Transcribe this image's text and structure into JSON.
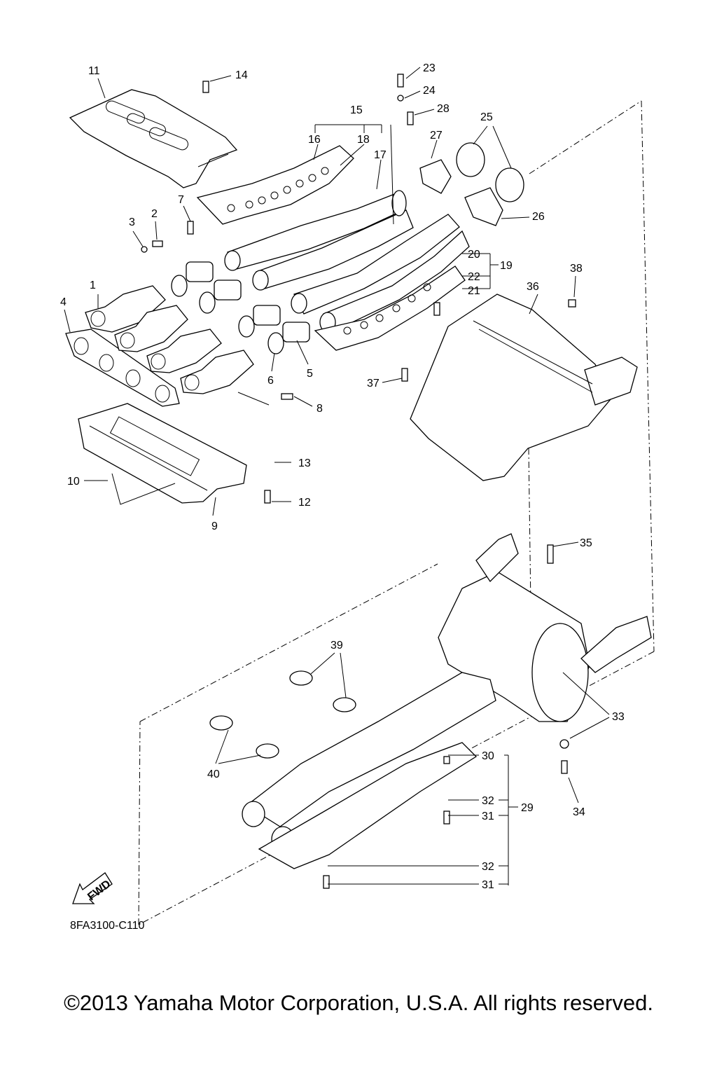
{
  "diagram": {
    "callouts": [
      {
        "id": "c1",
        "text": "1"
      },
      {
        "id": "c2",
        "text": "2"
      },
      {
        "id": "c3",
        "text": "3"
      },
      {
        "id": "c4",
        "text": "4"
      },
      {
        "id": "c5",
        "text": "5"
      },
      {
        "id": "c6",
        "text": "6"
      },
      {
        "id": "c7",
        "text": "7"
      },
      {
        "id": "c8",
        "text": "8"
      },
      {
        "id": "c9",
        "text": "9"
      },
      {
        "id": "c10",
        "text": "10"
      },
      {
        "id": "c11",
        "text": "11"
      },
      {
        "id": "c12",
        "text": "12"
      },
      {
        "id": "c13",
        "text": "13"
      },
      {
        "id": "c14",
        "text": "14"
      },
      {
        "id": "c15",
        "text": "15"
      },
      {
        "id": "c16",
        "text": "16"
      },
      {
        "id": "c17",
        "text": "17"
      },
      {
        "id": "c18",
        "text": "18"
      },
      {
        "id": "c19",
        "text": "19"
      },
      {
        "id": "c20",
        "text": "20"
      },
      {
        "id": "c21",
        "text": "21"
      },
      {
        "id": "c22",
        "text": "22"
      },
      {
        "id": "c23",
        "text": "23"
      },
      {
        "id": "c24",
        "text": "24"
      },
      {
        "id": "c25",
        "text": "25"
      },
      {
        "id": "c26",
        "text": "26"
      },
      {
        "id": "c27",
        "text": "27"
      },
      {
        "id": "c28",
        "text": "28"
      },
      {
        "id": "c29",
        "text": "29"
      },
      {
        "id": "c30",
        "text": "30"
      },
      {
        "id": "c31a",
        "text": "31"
      },
      {
        "id": "c31b",
        "text": "31"
      },
      {
        "id": "c32a",
        "text": "32"
      },
      {
        "id": "c32b",
        "text": "32"
      },
      {
        "id": "c33",
        "text": "33"
      },
      {
        "id": "c34",
        "text": "34"
      },
      {
        "id": "c35",
        "text": "35"
      },
      {
        "id": "c36",
        "text": "36"
      },
      {
        "id": "c37",
        "text": "37"
      },
      {
        "id": "c38",
        "text": "38"
      },
      {
        "id": "c39",
        "text": "39"
      },
      {
        "id": "c40",
        "text": "40"
      }
    ],
    "fwd_label": "FWD",
    "diagram_code": "8FA3100-C110"
  },
  "copyright": "©2013 Yamaha Motor Corporation, U.S.A. All rights reserved."
}
